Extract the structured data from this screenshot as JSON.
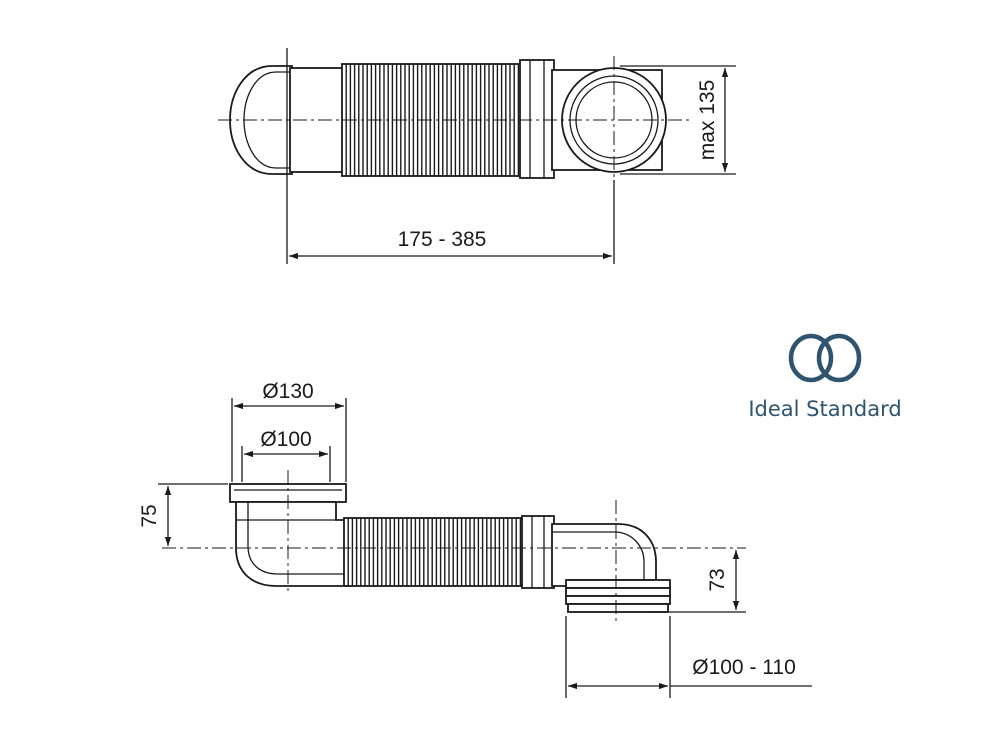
{
  "brand": {
    "name": "Ideal Standard",
    "color": "#2f5470"
  },
  "dimensions": {
    "top_length": "175 - 385",
    "top_height": "max 135",
    "inlet_outer_diameter": "Ø130",
    "inlet_inner_diameter": "Ø100",
    "inlet_height": "75",
    "outlet_offset": "73",
    "outlet_diameter": "Ø100 - 110"
  },
  "icons": {
    "logo": "interlocking-rings-icon"
  }
}
